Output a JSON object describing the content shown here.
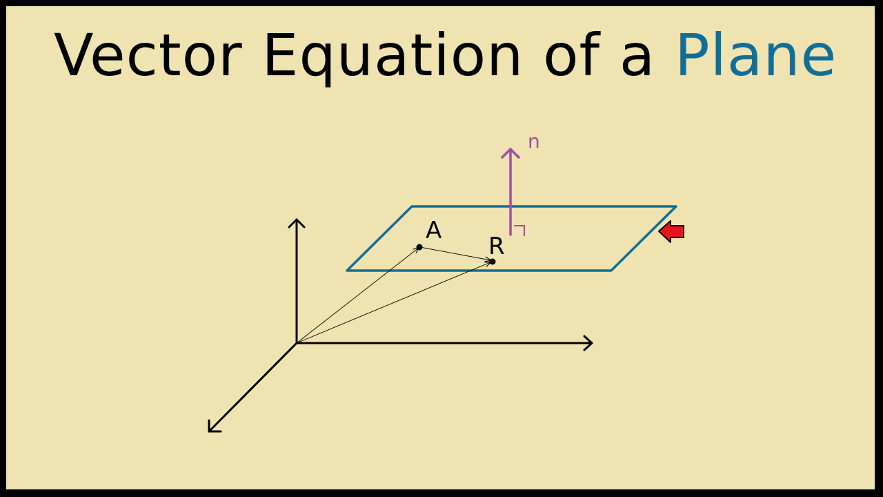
{
  "title": {
    "main": "Vector Equation of a ",
    "accent_word": "Plane"
  },
  "diagram": {
    "normal_label": "n",
    "point_a_label": "A",
    "point_r_label": "R"
  },
  "colors": {
    "background": "#efe3b1",
    "border": "#000000",
    "title_text": "#000000",
    "accent": "#126e97",
    "plane_outline": "#126e97",
    "normal_vector": "#a24ea3",
    "pointer_arrow": "#e8141b",
    "axes": "#000000"
  },
  "icons": [
    "red-pointer-arrow-icon"
  ]
}
